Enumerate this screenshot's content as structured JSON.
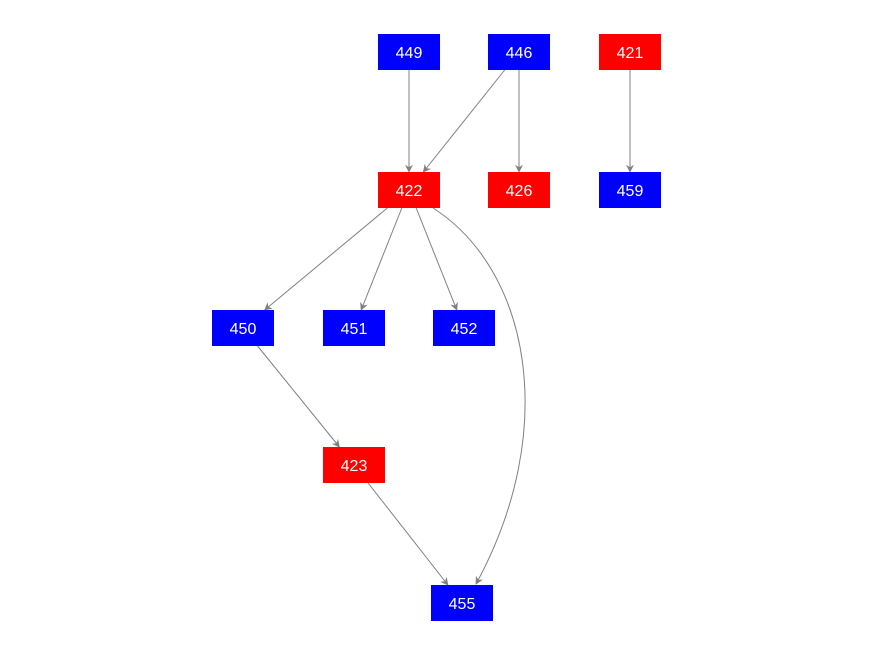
{
  "colors": {
    "red": "#ff0000",
    "blue": "#0000ff",
    "edge": "#808080",
    "background": "#ffffff",
    "label": "#ffffff"
  },
  "nodes": [
    {
      "id": "449",
      "label": "449",
      "color": "blue"
    },
    {
      "id": "446",
      "label": "446",
      "color": "blue"
    },
    {
      "id": "421",
      "label": "421",
      "color": "red"
    },
    {
      "id": "422",
      "label": "422",
      "color": "red"
    },
    {
      "id": "426",
      "label": "426",
      "color": "red"
    },
    {
      "id": "459",
      "label": "459",
      "color": "blue"
    },
    {
      "id": "450",
      "label": "450",
      "color": "blue"
    },
    {
      "id": "451",
      "label": "451",
      "color": "blue"
    },
    {
      "id": "452",
      "label": "452",
      "color": "blue"
    },
    {
      "id": "423",
      "label": "423",
      "color": "red"
    },
    {
      "id": "455",
      "label": "455",
      "color": "blue"
    }
  ],
  "edges": [
    {
      "from": "449",
      "to": "422"
    },
    {
      "from": "446",
      "to": "422"
    },
    {
      "from": "446",
      "to": "426"
    },
    {
      "from": "421",
      "to": "459"
    },
    {
      "from": "422",
      "to": "450"
    },
    {
      "from": "422",
      "to": "451"
    },
    {
      "from": "422",
      "to": "452"
    },
    {
      "from": "422",
      "to": "455"
    },
    {
      "from": "450",
      "to": "423"
    },
    {
      "from": "423",
      "to": "455"
    }
  ]
}
